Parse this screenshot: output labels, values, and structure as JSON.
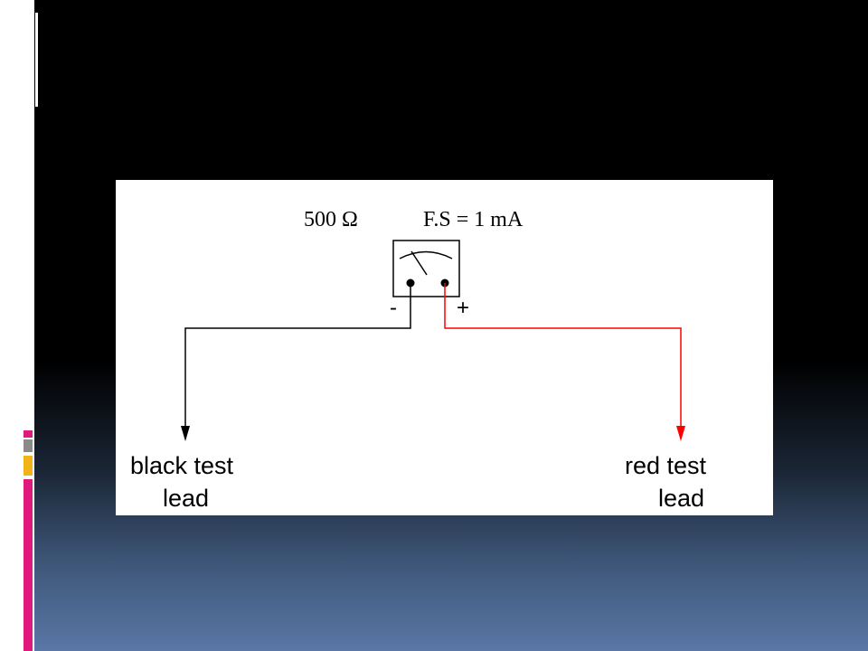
{
  "diagram": {
    "meter_resistance": "500 Ω",
    "full_scale": "F.S = 1 mA",
    "terminal_negative": "-",
    "terminal_positive": "+",
    "black_lead_line1": "black test",
    "black_lead_line2": "lead",
    "red_lead_line1": "red test",
    "red_lead_line2": "lead"
  },
  "colors": {
    "black_lead": "#000000",
    "red_lead": "#ff0000",
    "accent_magenta": "#e0197d",
    "accent_yellow": "#f2b21a",
    "accent_gray": "#8a8a8a"
  }
}
